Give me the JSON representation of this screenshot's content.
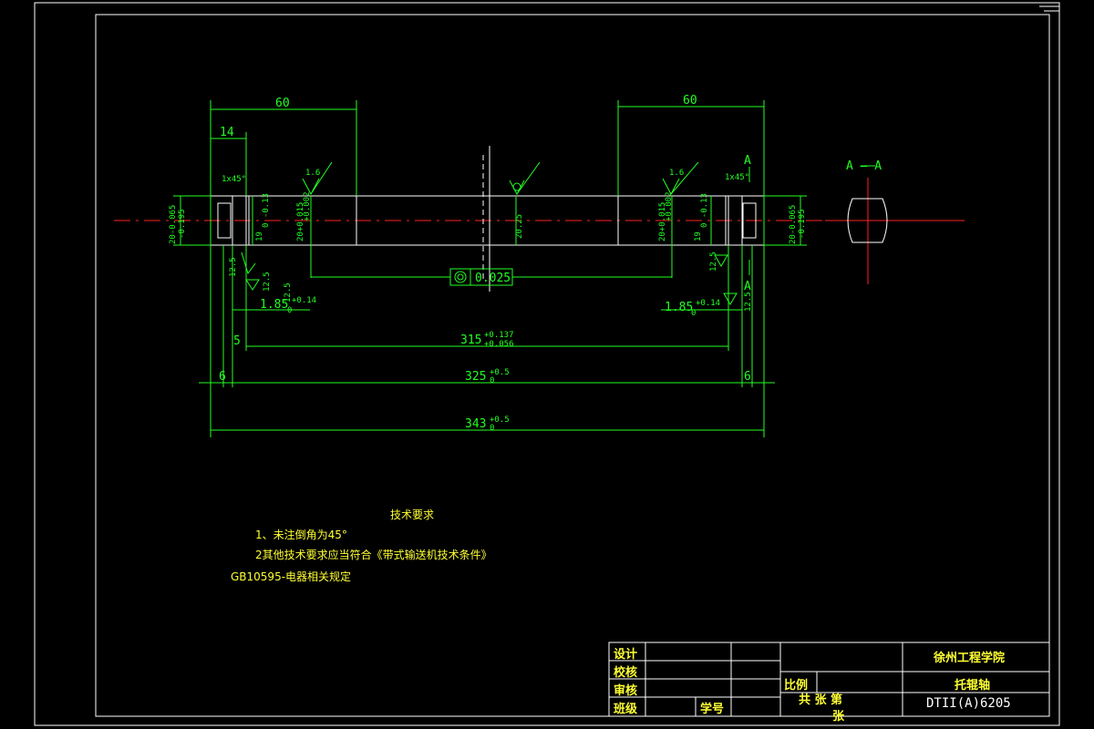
{
  "colors": {
    "background": "#000000",
    "outline": "#ffffff",
    "dimension": "#22ff22",
    "centerline": "#ff2222",
    "text": "#ffff33"
  },
  "dimensions": {
    "left_60": "60",
    "right_60": "60",
    "left_14": "14",
    "left_chamfer": "1x45°",
    "right_chamfer": "1x45°",
    "rough_1_6_left": "1.6",
    "rough_1_6_right": "1.6",
    "rough_12_5_a": "12.5",
    "rough_12_5_b": "12.5",
    "rough_12_5_c": "12.5",
    "rough_12_5_d": "12.5",
    "rough_12_5_e": "12.5",
    "dia_end_left": "20-0.065",
    "dia_end_left_tol": "-0.195",
    "dia_groove_left": "19",
    "dia_groove_left_tol": "0 -0.13",
    "dia_bearing_left": "20+0.015",
    "dia_bearing_left_tol": "+0.002",
    "dia_center": "20.25",
    "dia_bearing_right": "20+0.015",
    "dia_bearing_right_tol": "+0.002",
    "dia_groove_right": "19",
    "dia_groove_right_tol": "0 -0.13",
    "dia_end_right": "20-0.065",
    "dia_end_right_tol": "-0.195",
    "coaxiality": "0.025",
    "groove_left": "1.85",
    "groove_left_tol": "+0.14",
    "groove_right": "1.85",
    "groove_right_tol": "+0.14",
    "len_5": "5",
    "len_315": "315",
    "len_315_tol_up": "+0.137",
    "len_315_tol_lo": "+0.056",
    "len_6_left": "6",
    "len_6_right": "6",
    "len_325": "325",
    "len_325_tol": "+0.5",
    "len_343": "343",
    "len_343_tol": "+0.5",
    "zero": "0",
    "section_label_right": "A",
    "section_label_lower": "A",
    "section_title": "A — A"
  },
  "tech_requirements": {
    "title": "技术要求",
    "line1": "1、未注倒角为45°",
    "line2": "2其他技术要求应当符合《带式输送机技术条件》",
    "line3": "GB10595-电器相关规定"
  },
  "title_block": {
    "design": "设计",
    "check": "校核",
    "review": "审核",
    "class": "班级",
    "student_no": "学号",
    "scale": "比例",
    "total_sheets": "共    张  第",
    "sheet_word": "张",
    "school": "徐州工程学院",
    "part_name": "托辊轴",
    "drawing_no": "DTII(A)6205"
  }
}
